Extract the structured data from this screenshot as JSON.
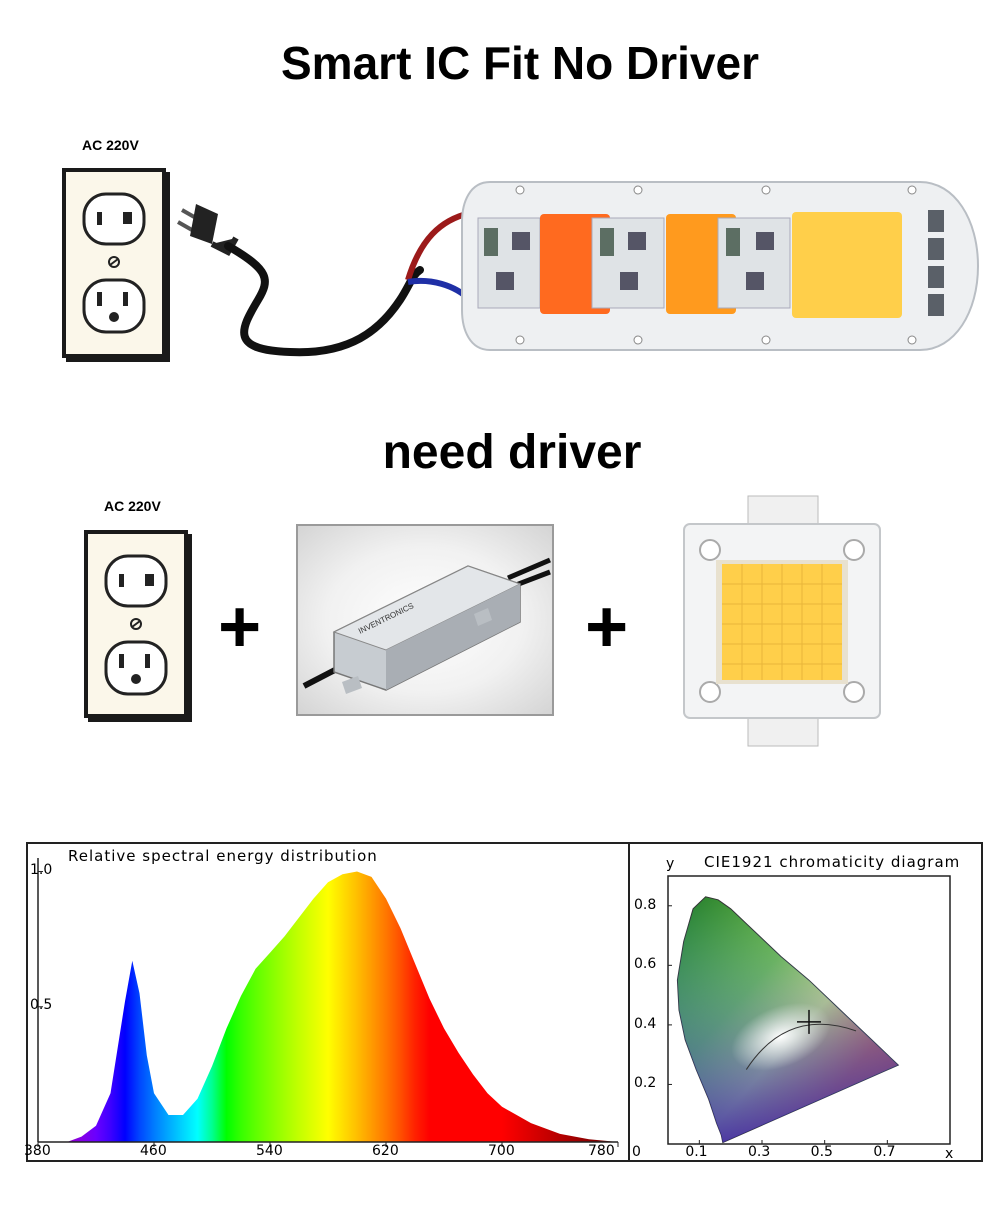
{
  "headings": {
    "no_driver": "Smart IC Fit No Driver",
    "need_driver": "need  driver"
  },
  "outlet_labels": {
    "top": "AC 220V",
    "bottom": "AC 220V"
  },
  "operators": {
    "plus_1": "+",
    "plus_2": "+"
  },
  "driver_label": "INVENTRONICS",
  "colors": {
    "cob_orange": "#ff6a1f",
    "cob_amber": "#ff9a1e",
    "cob_warm_white": "#ffcf4a",
    "wire_live": "#9c1a1a",
    "wire_neutral": "#1f2fa6",
    "outlet_fill": "#fbf7ea"
  },
  "chart_data": [
    {
      "type": "area",
      "title": "Relative spectral energy distribution",
      "xlabel": "",
      "ylabel": "",
      "x_ticks": [
        "380",
        "460",
        "540",
        "620",
        "700",
        "780"
      ],
      "y_ticks": [
        "1.0",
        "0.5"
      ],
      "xlim": [
        380,
        780
      ],
      "ylim": [
        0,
        1.05
      ],
      "grid": false,
      "x": [
        400,
        410,
        420,
        430,
        440,
        445,
        450,
        455,
        460,
        470,
        480,
        490,
        500,
        510,
        520,
        530,
        540,
        550,
        560,
        570,
        580,
        590,
        600,
        610,
        620,
        630,
        640,
        650,
        660,
        670,
        680,
        690,
        700,
        720,
        740,
        760,
        780
      ],
      "y": [
        0.0,
        0.02,
        0.06,
        0.18,
        0.52,
        0.67,
        0.55,
        0.32,
        0.18,
        0.1,
        0.1,
        0.16,
        0.28,
        0.42,
        0.54,
        0.64,
        0.7,
        0.76,
        0.83,
        0.9,
        0.96,
        0.99,
        1.0,
        0.98,
        0.9,
        0.79,
        0.66,
        0.53,
        0.42,
        0.33,
        0.25,
        0.18,
        0.13,
        0.07,
        0.03,
        0.01,
        0.0
      ]
    },
    {
      "type": "scatter",
      "title": "CIE1921 chromaticity diagram",
      "xlabel": "x",
      "ylabel": "y",
      "x_ticks": [
        "0",
        "0.1",
        "0.3",
        "0.5",
        "0.7"
      ],
      "y_ticks": [
        "0.8",
        "0.6",
        "0.4",
        "0.2"
      ],
      "xlim": [
        0,
        0.9
      ],
      "ylim": [
        0,
        0.9
      ],
      "grid": false,
      "gamut_x": [
        0.175,
        0.17,
        0.155,
        0.13,
        0.09,
        0.055,
        0.035,
        0.03,
        0.05,
        0.08,
        0.12,
        0.16,
        0.2,
        0.25,
        0.3,
        0.36,
        0.45,
        0.55,
        0.65,
        0.735,
        0.175
      ],
      "gamut_y": [
        0.005,
        0.03,
        0.07,
        0.15,
        0.25,
        0.35,
        0.45,
        0.55,
        0.68,
        0.79,
        0.83,
        0.82,
        0.79,
        0.74,
        0.69,
        0.63,
        0.55,
        0.45,
        0.35,
        0.265,
        0.005
      ],
      "marker": {
        "x": 0.45,
        "y": 0.41
      }
    }
  ]
}
